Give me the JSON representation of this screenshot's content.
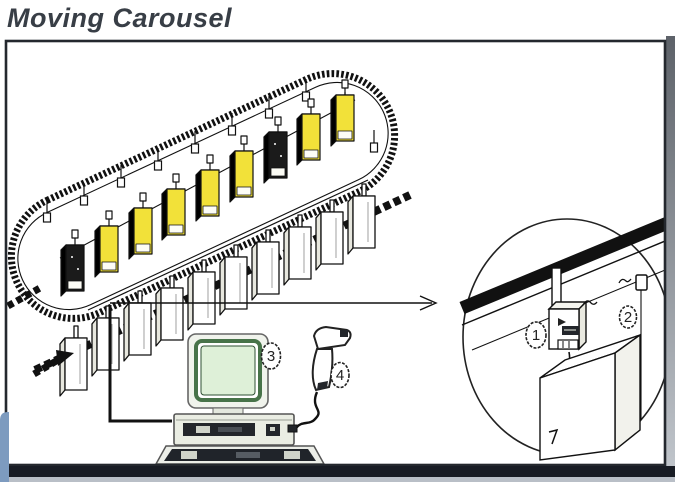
{
  "title": "Moving Carousel",
  "callouts": {
    "c1": {
      "label": "1"
    },
    "c2": {
      "label": "2"
    },
    "c3": {
      "label": "3"
    },
    "c4": {
      "label": "4"
    }
  },
  "colors": {
    "highlight_yellow": "#f2e139",
    "screen_green": "#def0d8",
    "screen_frame_green": "#477349",
    "frame_border": "#24282e",
    "bottom_bar": "#181c24",
    "corner_blue": "#7d9bbf",
    "title_color": "#383e46",
    "ink": "#111111"
  }
}
